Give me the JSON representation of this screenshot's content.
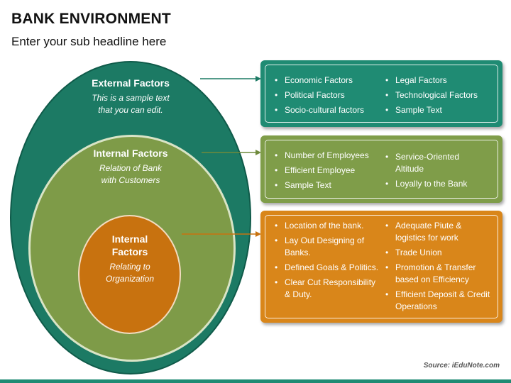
{
  "header": {
    "title": "BANK ENVIRONMENT",
    "subtitle": "Enter your sub headline here"
  },
  "circles": {
    "outer": {
      "heading": "External Factors",
      "caption_line1": "This is a sample text",
      "caption_line2": "that you can edit."
    },
    "middle": {
      "heading": "Internal Factors",
      "caption_line1": "Relation of Bank",
      "caption_line2": "with Customers"
    },
    "inner": {
      "heading_line1": "Internal",
      "heading_line2": "Factors",
      "caption_line1": "Relating to",
      "caption_line2": "Organization"
    }
  },
  "boxes": {
    "external": {
      "left": [
        "Economic Factors",
        "Political Factors",
        "Socio-cultural factors"
      ],
      "right": [
        "Legal Factors",
        "Technological Factors",
        "Sample Text"
      ]
    },
    "internal_customers": {
      "left": [
        "Number of Employees",
        "Efficient Employee",
        "Sample Text"
      ],
      "right": [
        "Service-Oriented Altitude",
        "Loyally to the Bank"
      ]
    },
    "internal_org": {
      "left": [
        "Location of the bank.",
        "Lay Out Designing of Banks.",
        "Defined Goals & Politics.",
        "Clear Cut Responsibility & Duty."
      ],
      "right": [
        "Adequate Piute & logistics for work",
        "Trade Union",
        "Promotion & Transfer based on Efficiency",
        "Efficient Deposit & Credit Operations"
      ]
    }
  },
  "bullet_glyph": "•",
  "footer": {
    "source": "Source: iEduNote.com"
  },
  "colors": {
    "dark_green": "#1c7a64",
    "olive": "#7e9b48",
    "orange": "#c8720f",
    "teal_box": "#1f8b73",
    "olive_box": "#7f9d49",
    "orange_box": "#d9861a"
  }
}
